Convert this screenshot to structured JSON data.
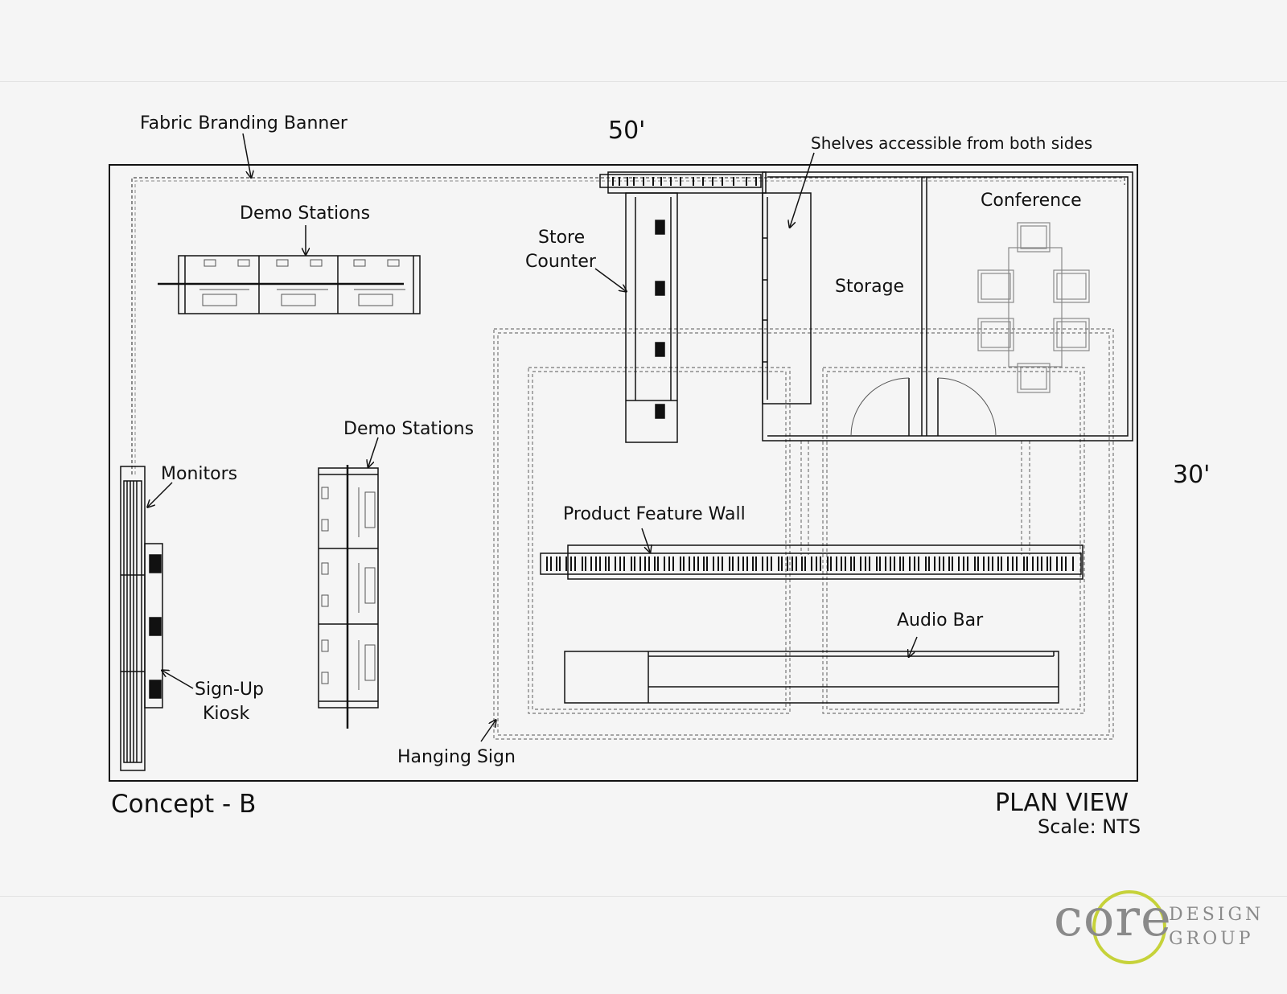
{
  "labels": {
    "fabric_banner": "Fabric Branding Banner",
    "width_dim": "50'",
    "shelves": "Shelves accessible from both sides",
    "demo_stations_top": "Demo Stations",
    "store_counter_line1": "Store",
    "store_counter_line2": "Counter",
    "conference": "Conference",
    "storage": "Storage",
    "demo_stations_mid": "Demo Stations",
    "monitors": "Monitors",
    "depth_dim": "30'",
    "product_feature_wall": "Product Feature Wall",
    "audio_bar": "Audio Bar",
    "signup_line1": "Sign-Up",
    "signup_line2": "Kiosk",
    "hanging_sign": "Hanging Sign"
  },
  "footer": {
    "concept": "Concept - B",
    "view_title": "PLAN VIEW",
    "scale": "Scale: NTS"
  },
  "logo": {
    "word": "core",
    "line1": "DESIGN",
    "line2": "GROUP",
    "ring_color": "#c6d23a",
    "text_color": "#8a8a8a"
  },
  "colors": {
    "background": "#f5f5f5",
    "line": "#111111"
  }
}
